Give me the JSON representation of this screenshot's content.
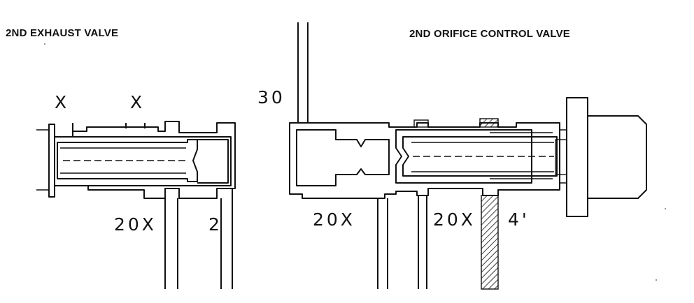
{
  "titles": {
    "exhaust": "2ND EXHAUST VALVE",
    "orifice": "2ND ORIFICE CONTROL VALVE"
  },
  "labels": {
    "x1": "X",
    "x2": "X",
    "p30": "30",
    "p20x_a": "20X",
    "p2": "2",
    "p20x_b": "20X",
    "p20x_c": "20X",
    "p4": "4'"
  },
  "colors": {
    "line": "#111111",
    "background": "#ffffff"
  }
}
